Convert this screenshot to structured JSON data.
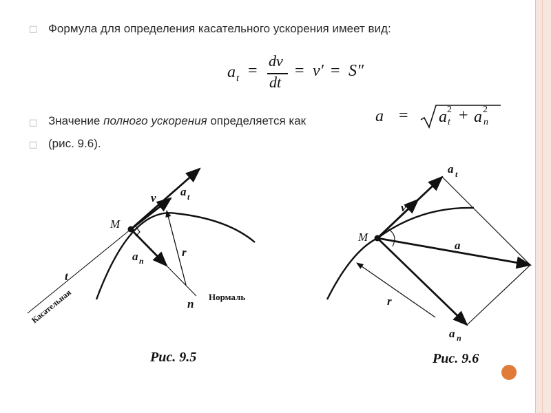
{
  "bullets": {
    "line1": "Формула для определения касательного ускорения имеет вид:",
    "line2_prefix": "Значение ",
    "line2_italic": "полного ускорения",
    "line2_suffix": " определяется как",
    "line3": "(рис. 9.6)."
  },
  "formula1": {
    "a": "a",
    "t": "t",
    "eq1": "=",
    "num": "dv",
    "den": "dt",
    "eq2": "=",
    "vprime": "v′",
    "eq3": "=",
    "S": "S″"
  },
  "formula2": {
    "a": "a",
    "eq": "=",
    "t2": "t",
    "n2": "n",
    "sup": "2",
    "plus": "+"
  },
  "fig5": {
    "caption": "Рис. 9.5",
    "M": "M",
    "v": "v",
    "at_a": "a",
    "at_t": "t",
    "an_a": "a",
    "an_n": "n",
    "r": "r",
    "t": "t",
    "n": "n",
    "tangent_label": "Касательная",
    "normal_label": "Нормаль"
  },
  "fig6": {
    "caption": "Рис. 9.6",
    "M": "M",
    "v": "v",
    "at_a": "a",
    "at_t": "t",
    "a": "a",
    "an_a": "a",
    "an_n": "n",
    "r": "r"
  },
  "colors": {
    "frame": "#f7e6de",
    "accent": "#e07b3a"
  }
}
